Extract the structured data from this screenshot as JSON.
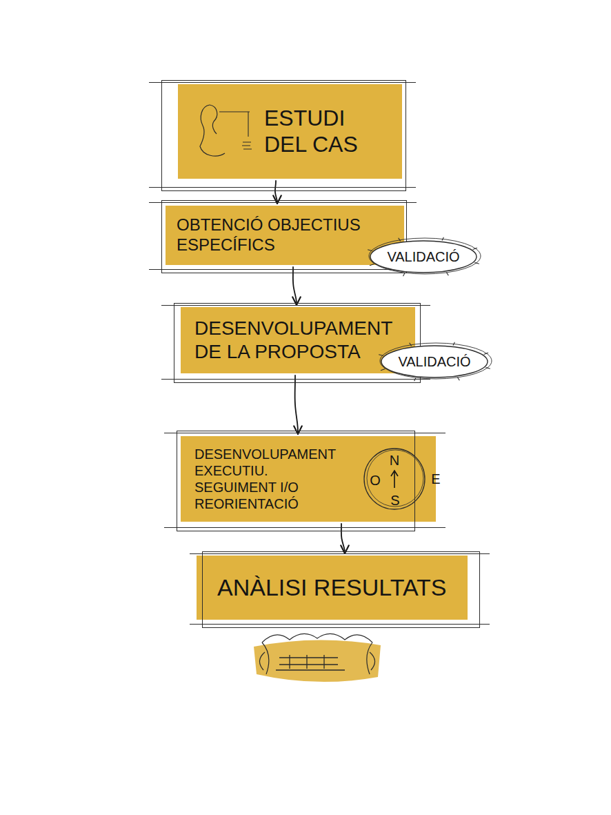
{
  "diagram": {
    "nodes": [
      {
        "text": [
          "ESTUDI DEL CAS"
        ]
      },
      {
        "text": [
          "OBTENCIÓ OBJECTIUS ESPECÍFICS"
        ]
      },
      {
        "text": [
          "VALIDACIÓ"
        ],
        "in": 1
      },
      {
        "text": [
          "DESENVOLUPAMENT DE LA PROPOSTA"
        ]
      },
      {
        "text": [
          "VALIDACIÓ"
        ],
        "in": 3
      },
      {
        "text": [
          "DESENVOLUPAMENT EXECUTIU. SEGUIMENT I/O REORIENTACIÓ"
        ]
      },
      {
        "text": [
          "ANÀLISI RESULTATS"
        ]
      }
    ],
    "edges": [
      {
        "from": 0,
        "to": 1,
        "arrow": "to"
      },
      {
        "from": 1,
        "to": 3,
        "arrow": "to"
      },
      {
        "from": 3,
        "to": 5,
        "arrow": "to"
      },
      {
        "from": 5,
        "to": 6,
        "arrow": "to"
      }
    ],
    "labels": [
      "N",
      "O",
      "E",
      "S"
    ]
  }
}
